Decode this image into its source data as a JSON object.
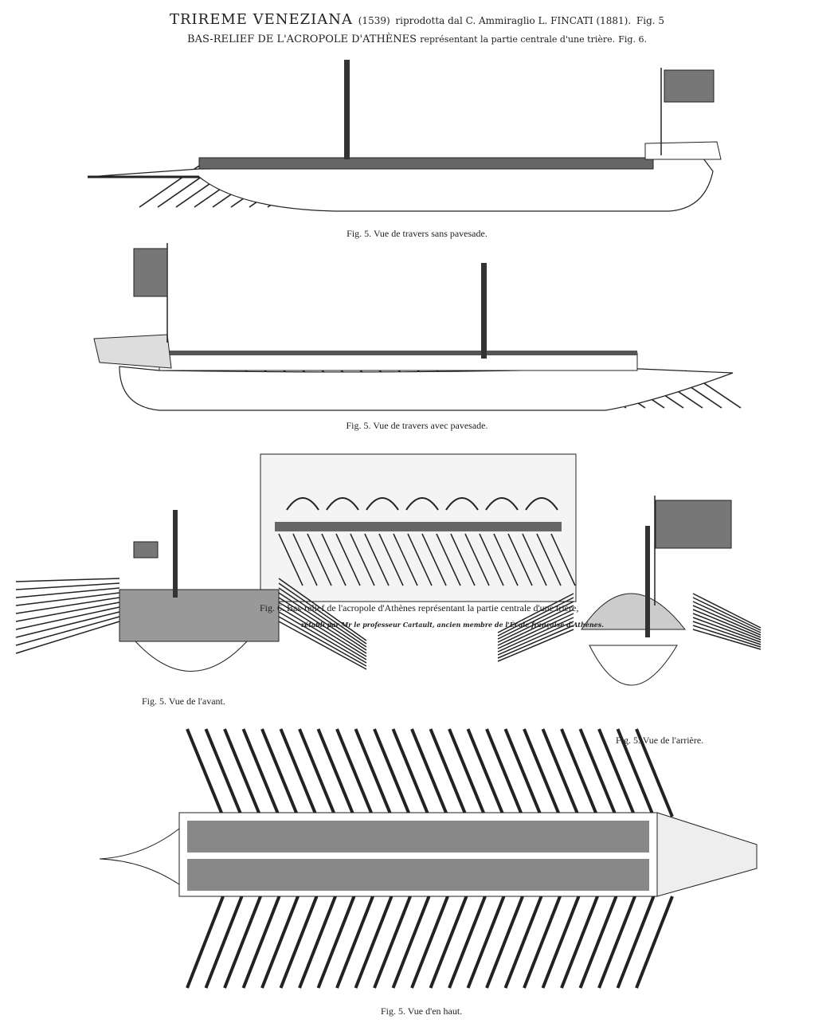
{
  "plate": {
    "title_main": "TRIREME VENEZIANA",
    "title_date": "(1539)",
    "title_rest": "riprodotta dal C. Ammiraglio L. FINCATI (1881).",
    "title_fig": "Fig. 5",
    "subtitle_main": "BAS-RELIEF DE L'ACROPOLE D'ATHÈNES",
    "subtitle_rest": "représentant la partie centrale d'une trière.",
    "subtitle_fig": "Fig. 6."
  },
  "figures": {
    "side_no_pavesade": "Fig. 5. Vue de travers sans pavesade.",
    "side_with_pavesade": "Fig. 5. Vue de travers avec pavesade.",
    "bas_relief": "Fig. 6. Bas-relief de l'acropole d'Athènes représentant la partie centrale d'une trière,",
    "bas_relief_credit": "rétabli par Mr le professeur Cartault, ancien membre de l'École française d'Athènes.",
    "front_view": "Fig. 5. Vue de l'avant.",
    "rear_view": "Fig. 5. Vue de l'arrière.",
    "top_view": "Fig. 5. Vue d'en haut."
  },
  "colors": {
    "ink": "#222222",
    "paper": "#ffffff",
    "shade": "#555555"
  }
}
